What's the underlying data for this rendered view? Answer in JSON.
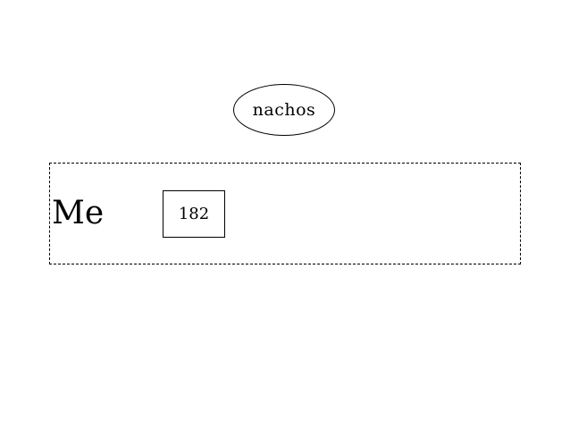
{
  "diagram": {
    "variable_name": "nachos",
    "frame": {
      "label": "Me",
      "value": "182"
    },
    "colors": {
      "stroke": "#000000",
      "background": "#ffffff"
    }
  }
}
